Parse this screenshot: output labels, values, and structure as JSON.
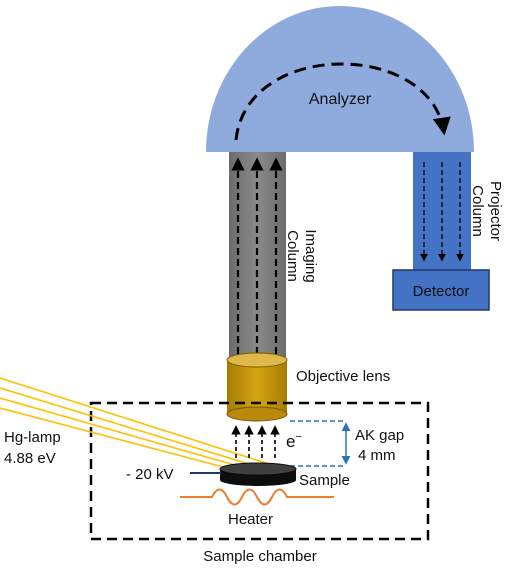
{
  "labels": {
    "analyzer": "Analyzer",
    "imaging_column": [
      "Imaging",
      "Column"
    ],
    "projector_column": [
      "Projector",
      "Column"
    ],
    "detector": "Detector",
    "objective_lens": "Objective lens",
    "hg_lamp": [
      "Hg-lamp",
      "4.88 eV"
    ],
    "electron": "e",
    "electron_charge": "−",
    "ak_gap": [
      "AK gap",
      "4 mm"
    ],
    "voltage": "- 20 kV",
    "sample": "Sample",
    "heater": "Heater",
    "sample_chamber": "Sample chamber"
  },
  "colors": {
    "analyzer_fill": "#8faadc",
    "projector_fill": "#4472c4",
    "detector_fill": "#4472c4",
    "imaging_column_fill": "#7f7f7f",
    "objective_lens_fill": "#c5960b",
    "light_ray": "#ffc000",
    "heater": "#ed7d31",
    "ak_gap": "#2e75b6",
    "sample_top": "#404040",
    "sample_side": "#0d0d0d"
  }
}
